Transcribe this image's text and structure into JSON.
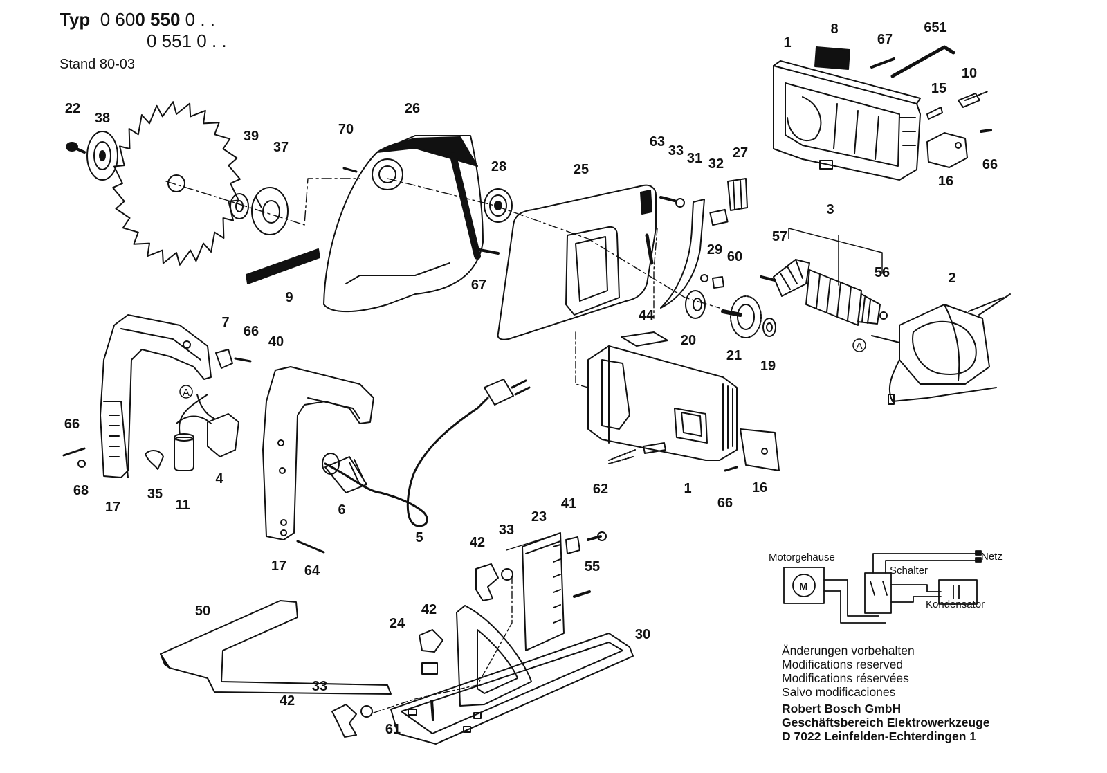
{
  "header": {
    "type_label": "Typ",
    "type_prefix": "0 60",
    "type_bold_1": "0 550",
    "type_suffix_1": " 0 . .",
    "type_bold_2": "0 551",
    "type_suffix_2": " 0 . .",
    "stand": "Stand 80-03"
  },
  "callouts": {
    "c1a": "1",
    "c1b": "1",
    "c2": "2",
    "c3": "3",
    "c4": "4",
    "c5": "5",
    "c6": "6",
    "c7": "7",
    "c8": "8",
    "c9": "9",
    "c10": "10",
    "c11": "11",
    "c15": "15",
    "c16a": "16",
    "c16b": "16",
    "c17a": "17",
    "c17b": "17",
    "c19": "19",
    "c20": "20",
    "c21": "21",
    "c22": "22",
    "c23": "23",
    "c24": "24",
    "c25": "25",
    "c26": "26",
    "c27": "27",
    "c28": "28",
    "c29": "29",
    "c30": "30",
    "c31": "31",
    "c32": "32",
    "c33a": "33",
    "c33b": "33",
    "c33c": "33",
    "c35": "35",
    "c37": "37",
    "c38": "38",
    "c39": "39",
    "c40": "40",
    "c41": "41",
    "c42a": "42",
    "c42b": "42",
    "c42c": "42",
    "c44": "44",
    "c50": "50",
    "c55": "55",
    "c56": "56",
    "c57": "57",
    "c60": "60",
    "c61": "61",
    "c62": "62",
    "c63": "63",
    "c64": "64",
    "c66a": "66",
    "c66b": "66",
    "c66c": "66",
    "c66d": "66",
    "c67a": "67",
    "c67b": "67",
    "c68": "68",
    "c70": "70",
    "c651": "651"
  },
  "markers": {
    "a1": "A",
    "a2": "A"
  },
  "wiring": {
    "motor_housing": "Motorgehäuse",
    "motor_symbol": "M",
    "mains": "Netz",
    "switch": "Schalter",
    "capacitor": "Kondensator"
  },
  "notes": {
    "de": "Änderungen vorbehalten",
    "en": "Modifications reserved",
    "fr": "Modifications réservées",
    "es": "Salvo modificaciones",
    "company": "Robert Bosch GmbH",
    "division": "Geschäftsbereich Elektrowerkzeuge",
    "address": "D 7022 Leinfelden-Echterdingen 1"
  }
}
